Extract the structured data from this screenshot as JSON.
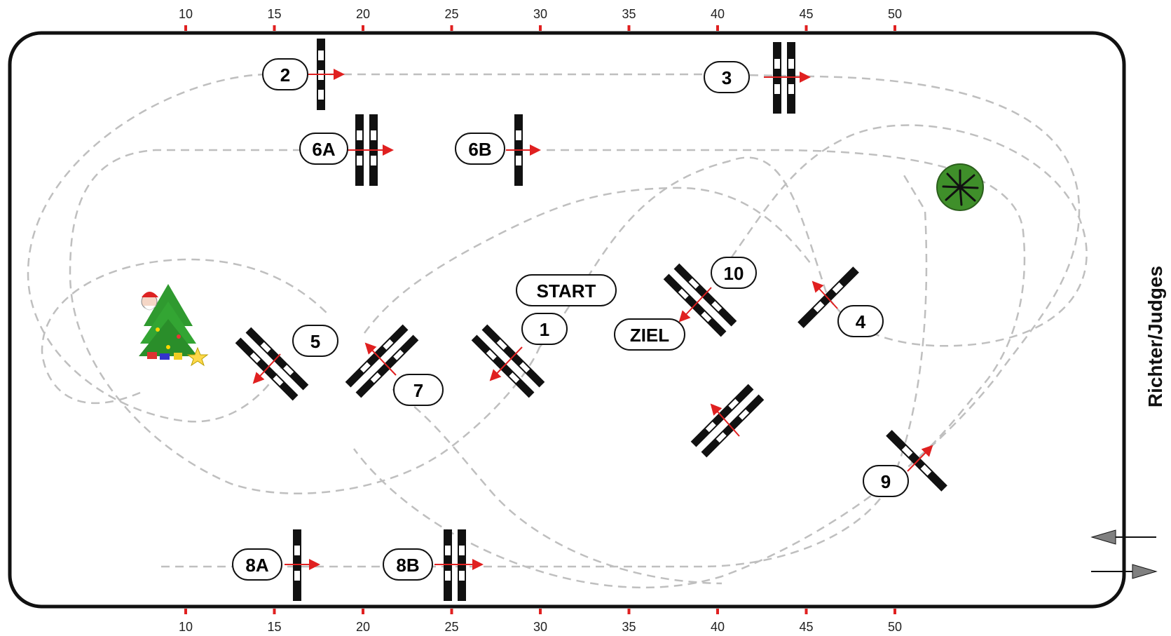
{
  "scale": {
    "top_ticks": [
      "10",
      "15",
      "20",
      "25",
      "30",
      "35",
      "40",
      "45",
      "50"
    ],
    "bottom_ticks": [
      "10",
      "15",
      "20",
      "25",
      "30",
      "35",
      "40",
      "45",
      "50"
    ]
  },
  "side_label": "Richter/Judges",
  "labels": {
    "start": "START",
    "ziel": "ZIEL",
    "obstacles": [
      "1",
      "2",
      "3",
      "4",
      "5",
      "6A",
      "6B",
      "7",
      "8A",
      "8B",
      "9",
      "10"
    ]
  },
  "colors": {
    "arena_border": "#111111",
    "path": "#bfbfbf",
    "direction_arrow": "#e02020",
    "tree_disc": "#3f8f2a",
    "gate_arrow": "#808080"
  },
  "icons": [
    "christmas-tree-icon",
    "santa-icon",
    "palm-tree-icon",
    "arrow-left-icon",
    "arrow-right-icon"
  ]
}
